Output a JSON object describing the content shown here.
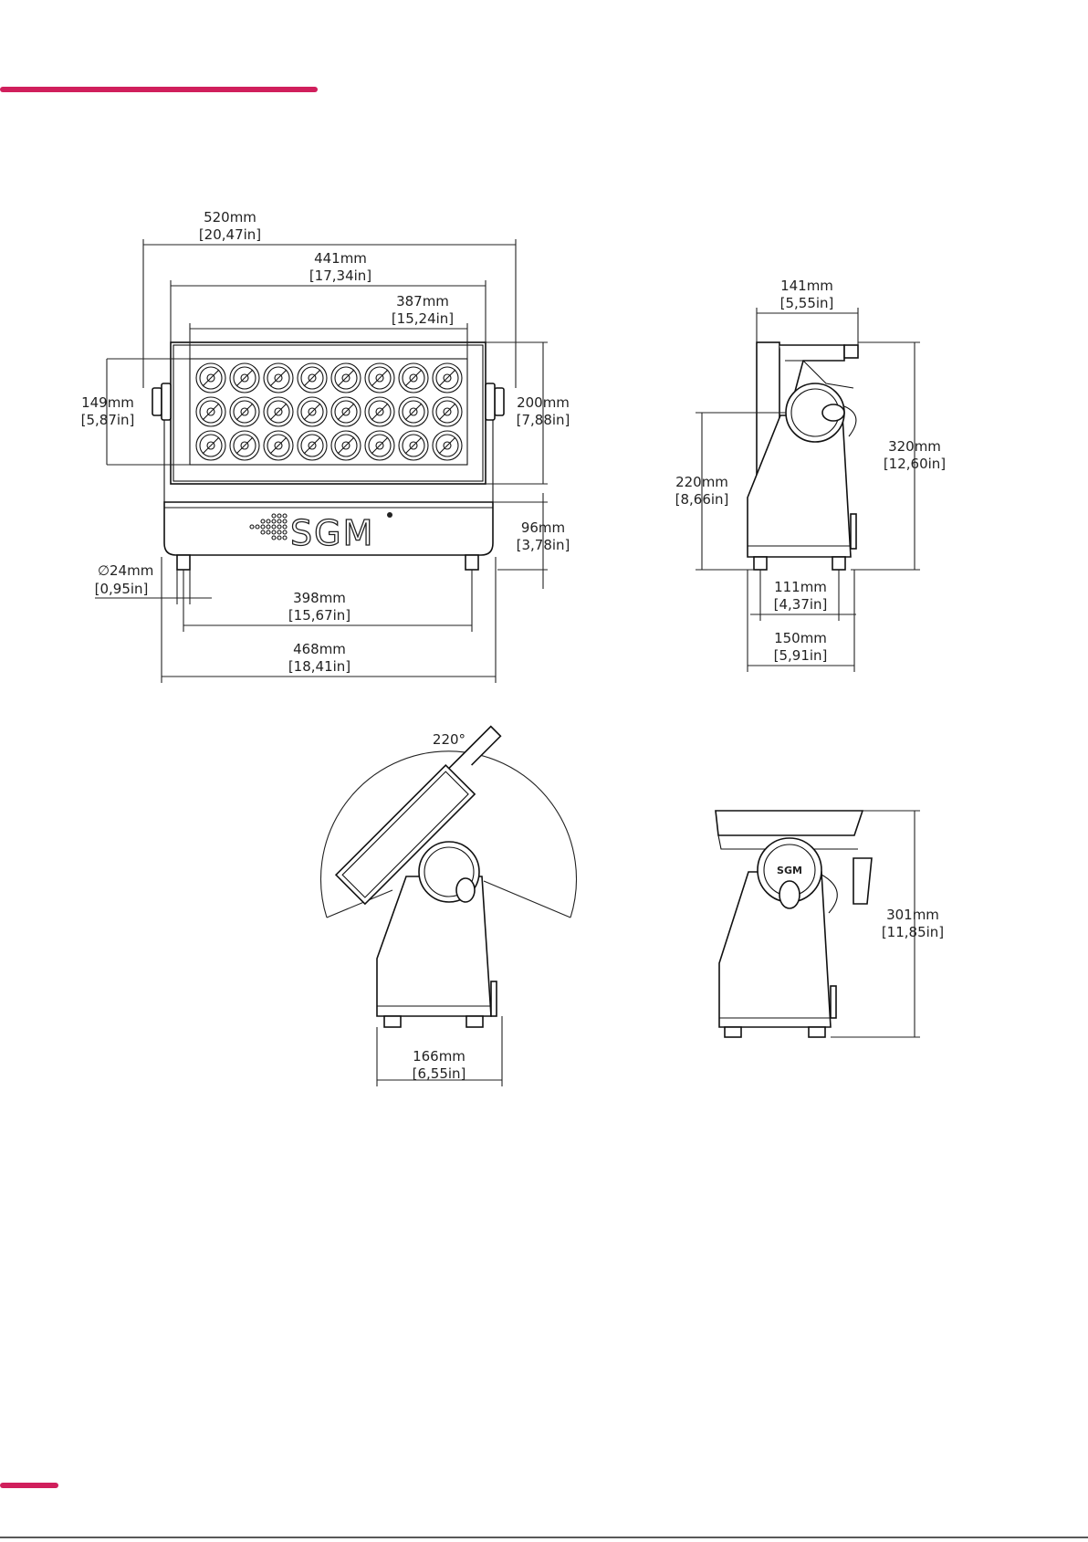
{
  "brand": {
    "logo_text": "SGM",
    "accent_color": "#d01f5c"
  },
  "front_view": {
    "dims": {
      "overall_width": {
        "mm": "520mm",
        "in": "[20,47in]"
      },
      "head_width": {
        "mm": "441mm",
        "in": "[17,34in]"
      },
      "lens_width": {
        "mm": "387mm",
        "in": "[15,24in]"
      },
      "lens_height": {
        "mm": "149mm",
        "in": "[5,87in]"
      },
      "head_height": {
        "mm": "200mm",
        "in": "[7,88in]"
      },
      "base_height": {
        "mm": "96mm",
        "in": "[3,78in]"
      },
      "foot_diameter": {
        "mm": "24mm",
        "in": "[0,95in]",
        "symbol": "∅"
      },
      "feet_spacing": {
        "mm": "398mm",
        "in": "[15,67in]"
      },
      "base_width": {
        "mm": "468mm",
        "in": "[18,41in]"
      }
    },
    "led_rows": 3,
    "led_cols": 8
  },
  "side_view": {
    "dims": {
      "depth": {
        "mm": "141mm",
        "in": "[5,55in]"
      },
      "total_height": {
        "mm": "320mm",
        "in": "[12,60in]"
      },
      "pivot_height": {
        "mm": "220mm",
        "in": "[8,66in]"
      },
      "feet_spacing": {
        "mm": "111mm",
        "in": "[4,37in]"
      },
      "base_depth": {
        "mm": "150mm",
        "in": "[5,91in]"
      }
    }
  },
  "tilt_view": {
    "dims": {
      "tilt_angle": "220°",
      "base_depth": {
        "mm": "166mm",
        "in": "[6,55in]"
      }
    }
  },
  "low_view": {
    "dims": {
      "height": {
        "mm": "301mm",
        "in": "[11,85in]"
      }
    }
  }
}
